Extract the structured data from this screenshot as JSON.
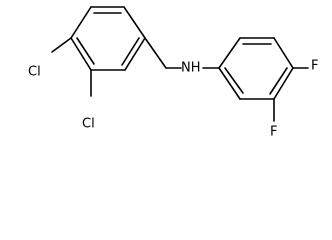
{
  "molecule": {
    "atoms": {
      "cl_upper": "Cl",
      "cl_lower": "Cl",
      "nh": "NH",
      "f_upper": "F",
      "f_lower": "F"
    }
  },
  "colors": {
    "bond": "#000000",
    "label": "#000000",
    "background": "#ffffff"
  }
}
